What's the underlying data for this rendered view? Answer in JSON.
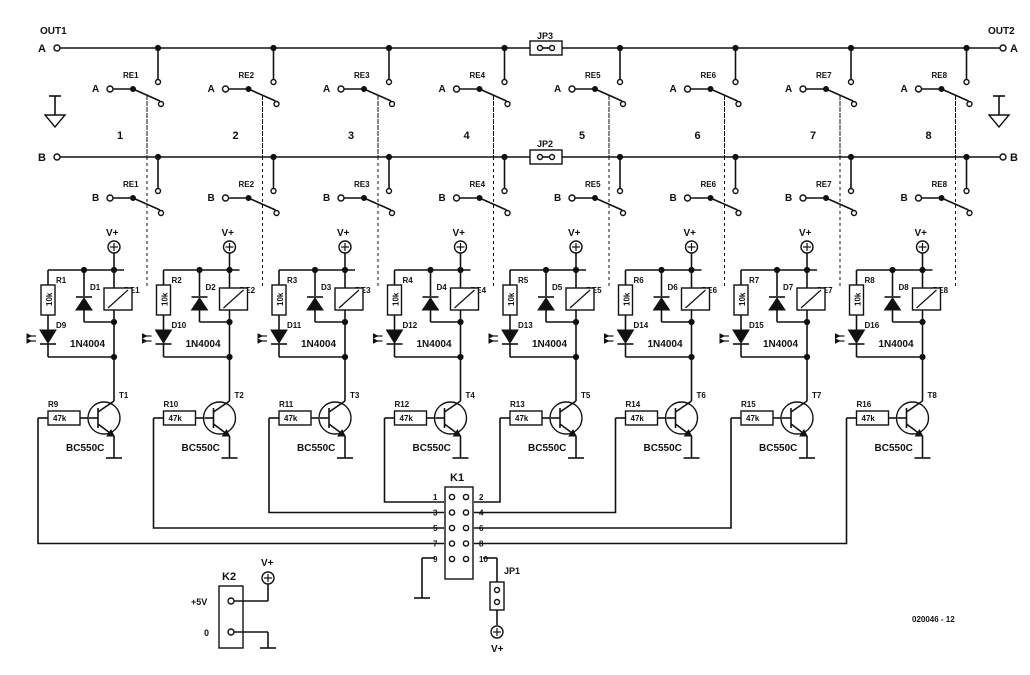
{
  "header": {
    "out1": "OUT1",
    "out2": "OUT2"
  },
  "buses": {
    "a": "A",
    "b": "B"
  },
  "jumpers": {
    "jp3": "JP3",
    "jp2": "JP2",
    "jp1": "JP1"
  },
  "channel_numbers": [
    "1",
    "2",
    "3",
    "4",
    "5",
    "6",
    "7",
    "8"
  ],
  "relays": [
    "RE1",
    "RE2",
    "RE3",
    "RE4",
    "RE5",
    "RE6",
    "RE7",
    "RE8"
  ],
  "supply_label": "V+",
  "r_top": [
    "R1",
    "R2",
    "R3",
    "R4",
    "R5",
    "R6",
    "R7",
    "R8"
  ],
  "r_top_value": "10k",
  "d_flyback": [
    "D1",
    "D2",
    "D3",
    "D4",
    "D5",
    "D6",
    "D7",
    "D8"
  ],
  "d_part": "1N4004",
  "leds": [
    "D9",
    "D10",
    "D11",
    "D12",
    "D13",
    "D14",
    "D15",
    "D16"
  ],
  "r_base": [
    "R9",
    "R10",
    "R11",
    "R12",
    "R13",
    "R14",
    "R15",
    "R16"
  ],
  "r_base_value": "47k",
  "transistors": [
    "T1",
    "T2",
    "T3",
    "T4",
    "T5",
    "T6",
    "T7",
    "T8"
  ],
  "t_part": "BC550C",
  "connector": {
    "name": "K1",
    "pins_left": [
      "1",
      "3",
      "5",
      "7",
      "9"
    ],
    "pins_right": [
      "2",
      "4",
      "6",
      "8",
      "10"
    ]
  },
  "power": {
    "name": "K2",
    "plus5": "+5V",
    "zero": "0"
  },
  "figure_number": "020046 - 12"
}
